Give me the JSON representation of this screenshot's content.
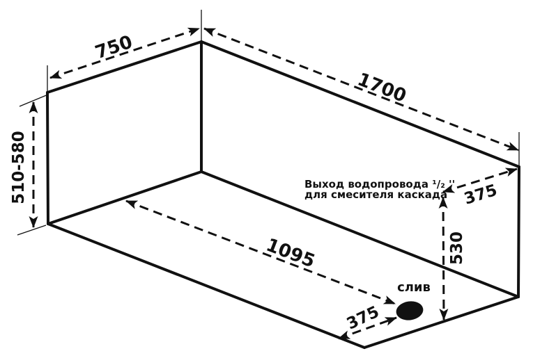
{
  "diagram": {
    "kind": "isometric bathtub installation dimension drawing",
    "background_color": "#ffffff",
    "line_color": "#111111",
    "dimensions": {
      "top_width": "750",
      "top_length": "1700",
      "side_height_range": "510-580",
      "floor_diagonal_to_drain": "1095",
      "drain_corner_offset": "375",
      "outlet_rim_offset": "375",
      "outlet_height": "530"
    },
    "labels": {
      "drain": "слив",
      "outlet_note_line1": "Выход водопровода ¹/₂ ''",
      "outlet_note_line2": "для смесителя каскада"
    }
  }
}
